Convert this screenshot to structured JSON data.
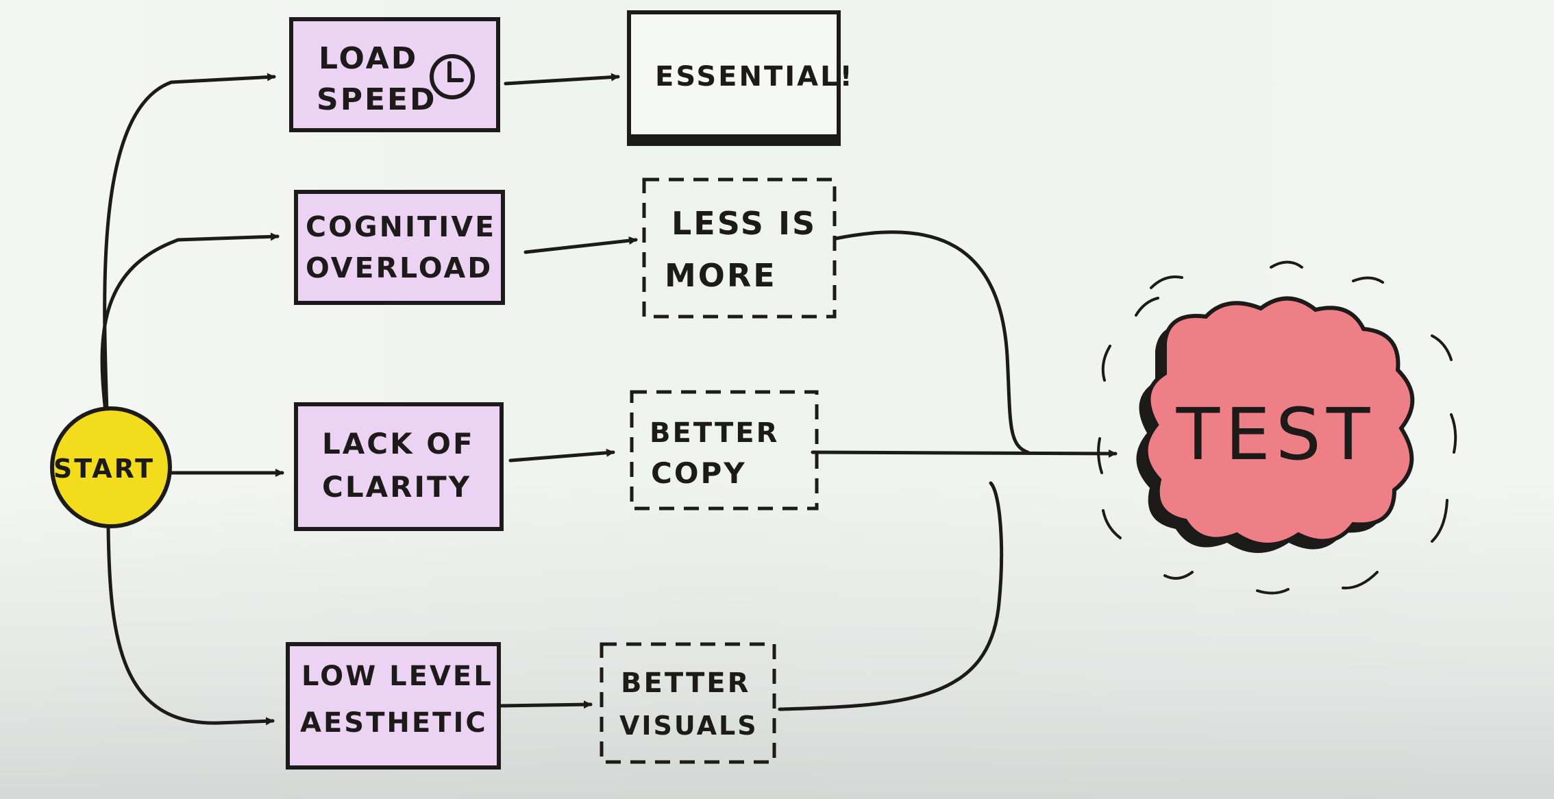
{
  "nodes": {
    "start": {
      "label": "START",
      "color": "#f3dc1b"
    },
    "problems": [
      {
        "id": "load-speed",
        "lines": [
          "LOAD",
          "SPEED"
        ],
        "icon": "clock-icon"
      },
      {
        "id": "cognitive-overload",
        "lines": [
          "COGNITIVE",
          "OVERLOAD"
        ]
      },
      {
        "id": "lack-of-clarity",
        "lines": [
          "LACK OF",
          "CLARITY"
        ]
      },
      {
        "id": "low-level-aesthetic",
        "lines": [
          "LOW LEVEL",
          "AESTHETIC"
        ]
      }
    ],
    "solutions": [
      {
        "id": "essential",
        "lines": [
          "ESSENTIAL!"
        ],
        "border": "solid"
      },
      {
        "id": "less-is-more",
        "lines": [
          "LESS IS",
          "MORE"
        ],
        "border": "dashed"
      },
      {
        "id": "better-copy",
        "lines": [
          "BETTER",
          "COPY"
        ],
        "border": "dashed"
      },
      {
        "id": "better-visuals",
        "lines": [
          "BETTER",
          "VISUALS"
        ],
        "border": "dashed"
      }
    ],
    "test": {
      "label": "TEST",
      "color": "#ef7f86"
    }
  },
  "colors": {
    "problem_fill": "#ecd2f3",
    "ink": "#1d1a1a"
  }
}
